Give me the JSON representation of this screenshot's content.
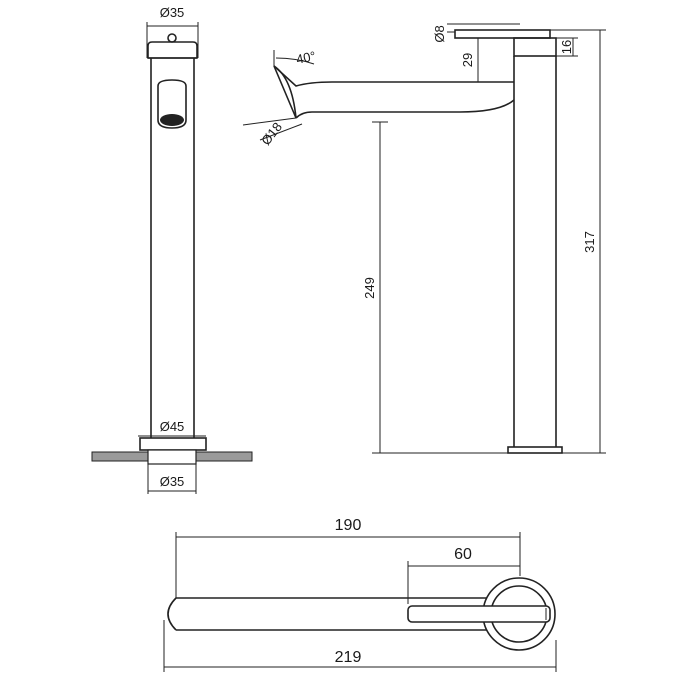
{
  "drawing": {
    "dimensions": {
      "top_diameter_side": "Ø35",
      "base_diameter_outer": "Ø45",
      "base_diameter_inner": "Ø35",
      "angle": "40°",
      "spout_diameter": "Ø18",
      "lever_diameter": "Ø8",
      "lever_height": "29",
      "cap_height": "16",
      "spout_height": "249",
      "total_height": "317",
      "reach_spout": "190",
      "reach_lever": "60",
      "total_length": "219"
    }
  }
}
